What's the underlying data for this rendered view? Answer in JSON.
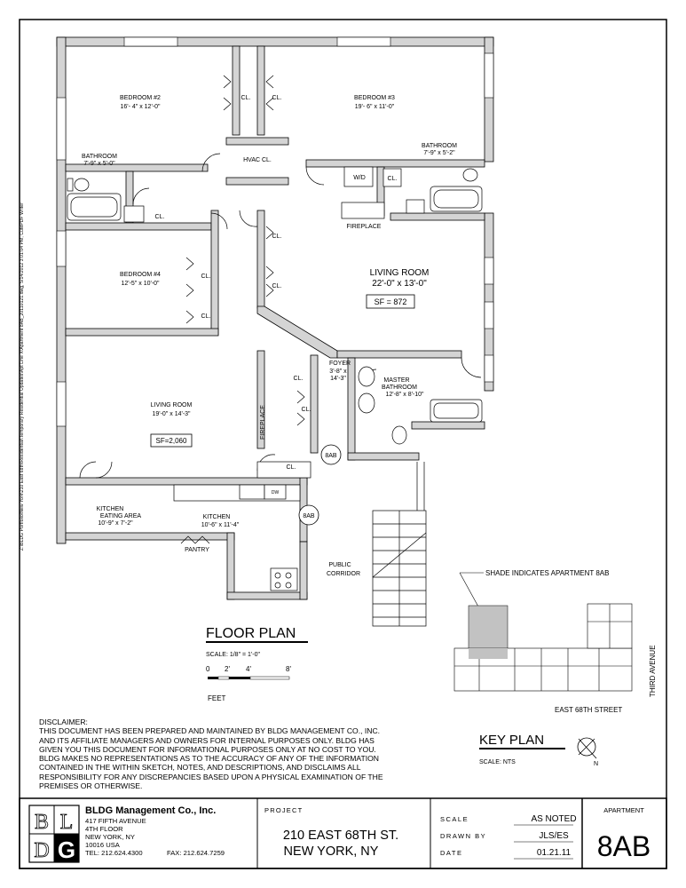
{
  "file_path": "Z:\\BLDG Portfolio\\New York\\210 East 68th\\Residential\\Temporary Residential Updates\\Apt Line X\\Apartment 8AB_20110121.dwg, 5/14/2012 3:01:04 PM, CutePDF Writer",
  "rooms": {
    "bedroom2": {
      "name": "BEDROOM #2",
      "dims": "16'- 4\" x 12'-0\""
    },
    "bedroom3": {
      "name": "BEDROOM #3",
      "dims": "19'- 6\" x 11'-0\""
    },
    "bathroom_left": {
      "name": "BATHROOM",
      "dims": "7'-9\" x 5'-0\""
    },
    "bathroom_right": {
      "name": "BATHROOM",
      "dims": "7'-9\" x 5'-2\""
    },
    "hvac": "HVAC CL.",
    "wd": "W/D",
    "bedroom4": {
      "name": "BEDROOM #4",
      "dims": "12'-5\" x 10'-0\""
    },
    "living_room_right": {
      "name": "LIVING ROOM",
      "dims": "22'-0\" x 13'-0\"",
      "sf": "SF = 872"
    },
    "fireplace_top": "FIREPLACE",
    "living_room_left": {
      "name": "LIVING ROOM",
      "dims": "19'-0\" x 14'-3\"",
      "sf": "SF=2,060"
    },
    "fireplace_side": "FIREPLACE",
    "foyer": {
      "name": "FOYER",
      "dims1": "3'-8\" x",
      "dims2": "14'-3\""
    },
    "master_bath": {
      "name1": "MASTER",
      "name2": "BATHROOM",
      "dims": "12'-8\" x 8'-10\""
    },
    "kitchen_eating": {
      "name1": "KITCHEN",
      "name2": "EATING AREA",
      "dims": "10'-9\" x 7'-2\""
    },
    "kitchen": {
      "name": "KITCHEN",
      "dims": "10'-6\" x 11'-4\""
    },
    "pantry": "PANTRY",
    "closet": "CL.",
    "dw": "DW",
    "door_tag": "8AB",
    "public_corridor1": "PUBLIC",
    "public_corridor2": "CORRIDOR"
  },
  "floor_plan": {
    "title": "FLOOR PLAN",
    "scale": "SCALE: 1/8\" = 1'-0\"",
    "ticks": [
      "0",
      "2'",
      "4'",
      "8'"
    ],
    "unit": "FEET"
  },
  "key_plan": {
    "shade_note": "SHADE INDICATES APARTMENT 8AB",
    "street_bottom": "EAST 68TH STREET",
    "street_side": "THIRD AVENUE",
    "title": "KEY PLAN",
    "scale": "SCALE: NTS",
    "north": "N"
  },
  "disclaimer": {
    "title": "DISCLAIMER:",
    "body": "THIS DOCUMENT HAS BEEN PREPARED AND MAINTAINED BY BLDG MANAGEMENT CO., INC. AND ITS AFFILIATE MANAGERS AND OWNERS FOR INTERNAL PURPOSES ONLY. BLDG HAS GIVEN YOU THIS DOCUMENT FOR INFORMATIONAL PURPOSES ONLY AT NO COST TO YOU. BLDG MAKES NO REPRESENTATIONS AS TO THE ACCURACY OF ANY OF THE INFORMATION CONTAINED IN THE WITHIN SKETCH, NOTES, AND DESCRIPTIONS, AND DISCLAIMS ALL RESPONSIBILITY FOR ANY DISCREPANCIES BASED UPON A PHYSICAL EXAMINATION OF THE PREMISES OR OTHERWISE."
  },
  "title_block": {
    "logo_letters": [
      "B",
      "L",
      "D",
      "G"
    ],
    "company": "BLDG Management Co., Inc.",
    "address1": "417 FIFTH AVENUE",
    "address2": "4TH FLOOR",
    "address3": "NEW YORK, NY",
    "address4": "10016 USA",
    "tel": "TEL: 212.624.4300",
    "fax": "FAX: 212.624.7259",
    "project_label": "PROJECT",
    "project_line1": "210 EAST 68TH ST.",
    "project_line2": "NEW YORK, NY",
    "scale_label": "SCALE",
    "scale_value": "AS NOTED",
    "drawn_label": "DRAWN BY",
    "drawn_value": "JLS/ES",
    "date_label": "DATE",
    "date_value": "01.21.11",
    "apartment_label": "APARTMENT",
    "apartment_value": "8AB"
  },
  "colors": {
    "shade": "#c2c2c2",
    "wall": "#d4d4d4",
    "ink": "#000000"
  }
}
